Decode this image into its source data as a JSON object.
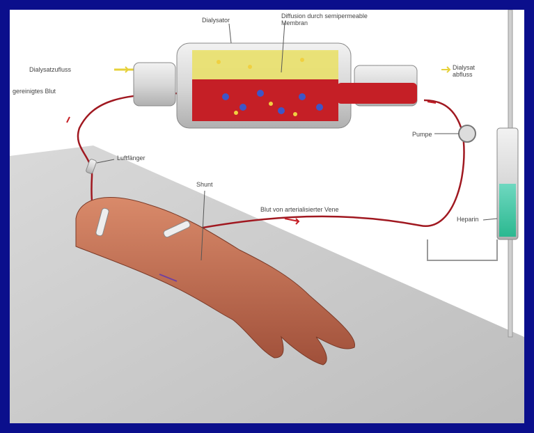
{
  "diagram": {
    "labels": {
      "dialysator": "Dialysator",
      "diffusion": "Diffusion durch semipermeable Membran",
      "dialysate_inflow": "Dialysatzufluss",
      "dialysate_outflow": "Dialysat abfluss",
      "cleaned_blood": "gereinigtes Blut",
      "air_trap": "Luftfänger",
      "pump": "Pumpe",
      "shunt": "Shunt",
      "arterial_blood": "Blut von arterialisierter Vene",
      "heparin": "Heparin"
    }
  }
}
